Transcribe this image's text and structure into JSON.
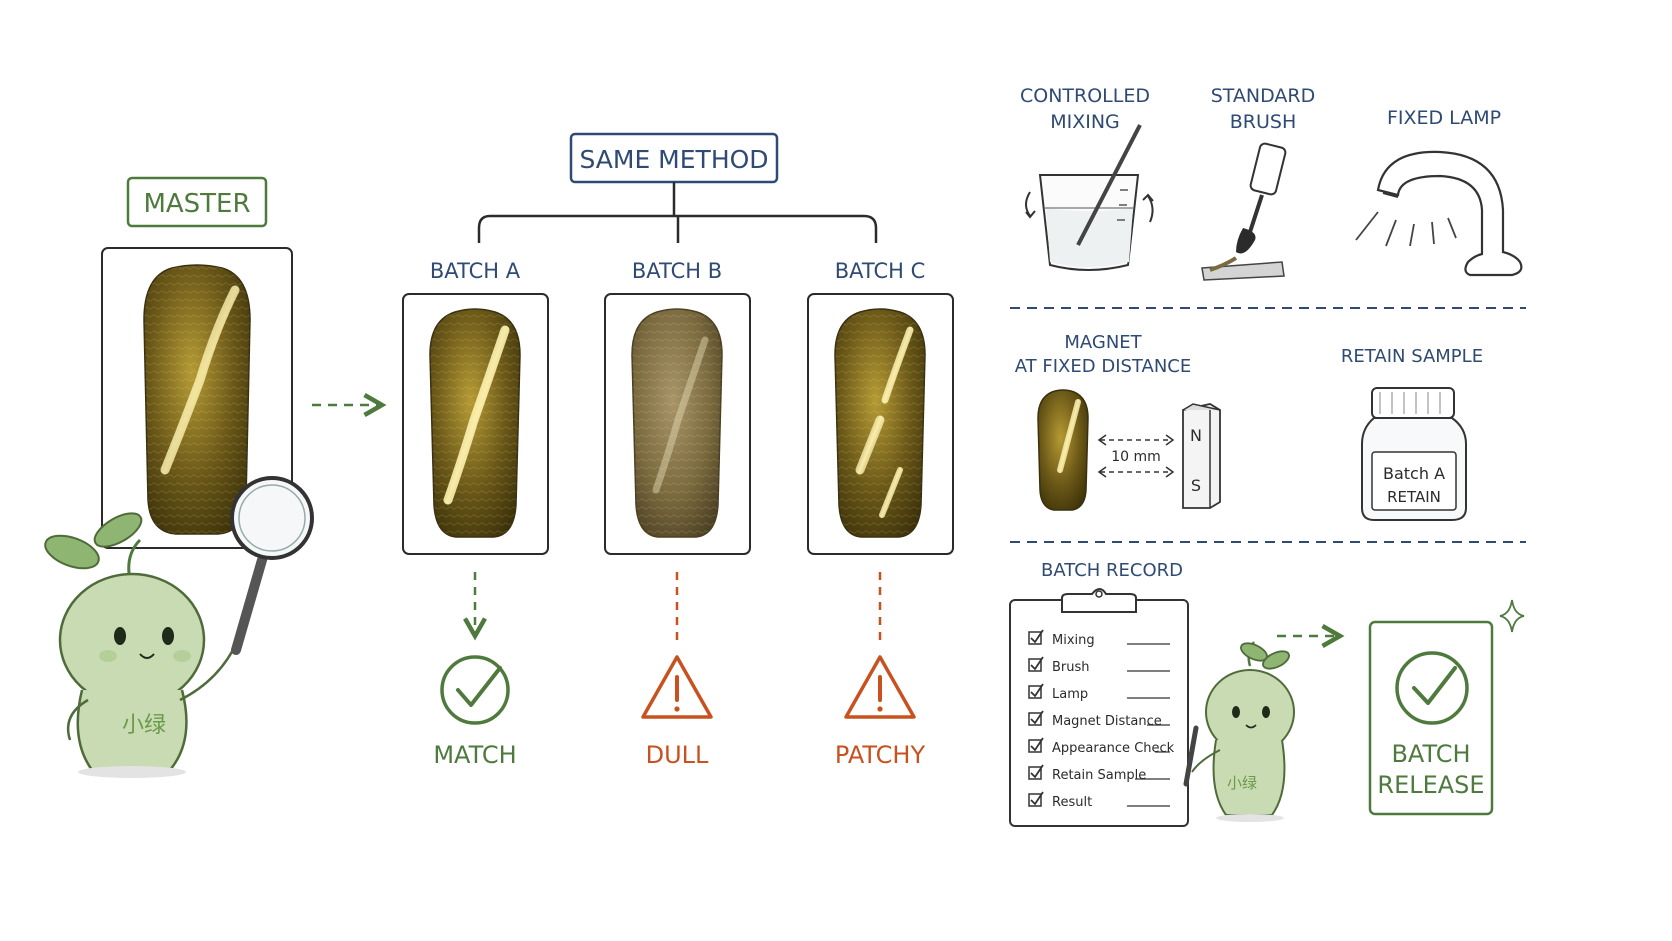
{
  "colors": {
    "navy": "#2f4a73",
    "green": "#4f7a3e",
    "orange": "#c8521f",
    "ink": "#2b2b2b",
    "gold": "#8a7420",
    "sprout": "#c9dbb2"
  },
  "left": {
    "master_label": "MASTER",
    "mascot_text": "小绿"
  },
  "center": {
    "method_label": "SAME METHOD",
    "batches": [
      {
        "name": "BATCH A",
        "result": "MATCH",
        "status": "check"
      },
      {
        "name": "BATCH B",
        "result": "DULL",
        "status": "warning"
      },
      {
        "name": "BATCH C",
        "result": "PATCHY",
        "status": "warning"
      }
    ]
  },
  "right": {
    "controls": [
      {
        "label_line1": "CONTROLLED",
        "label_line2": "MIXING",
        "icon": "mixing-beaker-icon"
      },
      {
        "label_line1": "STANDARD",
        "label_line2": "BRUSH",
        "icon": "polish-brush-icon"
      },
      {
        "label_line1": "FIXED LAMP",
        "label_line2": "",
        "icon": "lamp-icon"
      }
    ],
    "magnet": {
      "label_line1": "MAGNET",
      "label_line2": "AT FIXED DISTANCE",
      "distance": "10 mm",
      "pole_north": "N",
      "pole_south": "S"
    },
    "retain": {
      "label": "RETAIN SAMPLE",
      "jar_line1": "Batch A",
      "jar_line2": "RETAIN"
    },
    "record": {
      "label": "BATCH RECORD",
      "items": [
        "Mixing",
        "Brush",
        "Lamp",
        "Magnet Distance",
        "Appearance Check",
        "Retain Sample",
        "Result"
      ],
      "mascot_text": "小绿"
    },
    "release": {
      "line1": "BATCH",
      "line2": "RELEASE"
    }
  }
}
